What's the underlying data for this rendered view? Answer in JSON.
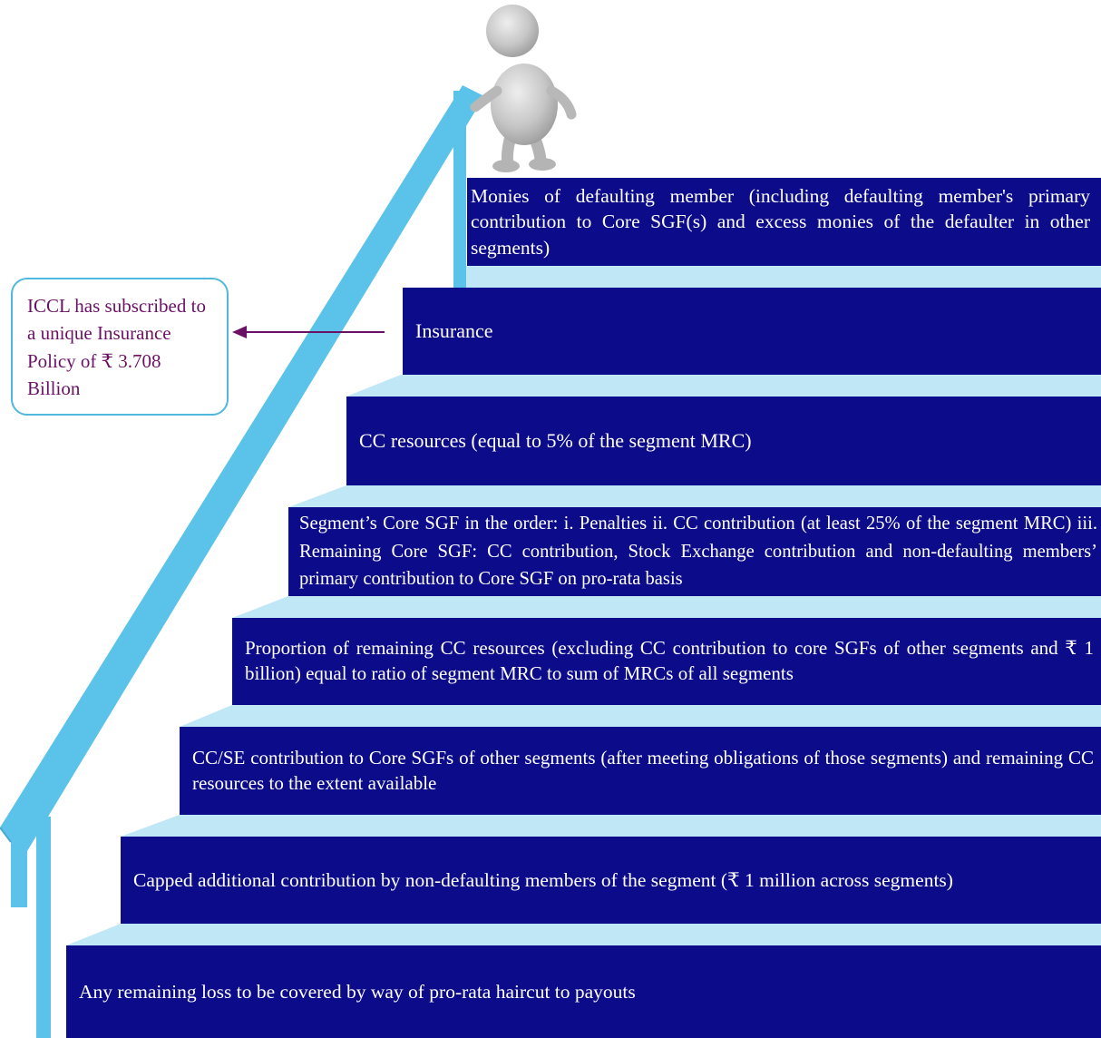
{
  "callout": {
    "text_lines": [
      "ICCL has subscribed to",
      "a unique Insurance",
      "Policy of ₹ 3.708",
      "Billion"
    ]
  },
  "steps": [
    {
      "label": "Monies of defaulting member (including defaulting member's primary contribution to Core SGF(s) and excess monies of the defaulter in other segments)"
    },
    {
      "label": "Insurance"
    },
    {
      "label": "CC resources (equal to 5% of the segment MRC)"
    },
    {
      "label": "Segment’s Core SGF in the order: i. Penalties ii. CC contribution (at least 25% of the segment MRC) iii. Remaining Core SGF: CC contribution, Stock Exchange contribution and non-defaulting members’ primary contribution to Core SGF on pro-rata basis"
    },
    {
      "label": "Proportion of remaining CC resources (excluding CC contribution to core SGFs of other segments and ₹ 1 billion) equal to ratio of segment MRC to sum of MRCs of all segments"
    },
    {
      "label": "CC/SE contribution to Core SGFs of other segments (after meeting obligations of those segments) and remaining CC resources to the extent available"
    },
    {
      "label": "Capped additional contribution by non-defaulting members of the segment (₹ 1 million across segments)"
    },
    {
      "label": "Any remaining loss to be covered by way of pro-rata haircut to payouts"
    }
  ],
  "colors": {
    "step_fill": "#0c0c8a",
    "step_text": "#ffffff",
    "tread": "#bfe7f6",
    "railing": "#5bc3ea",
    "callout_border": "#4fb8dc",
    "callout_text": "#6b1165",
    "arrow": "#6b1165",
    "figure": "#c9c9c9"
  }
}
